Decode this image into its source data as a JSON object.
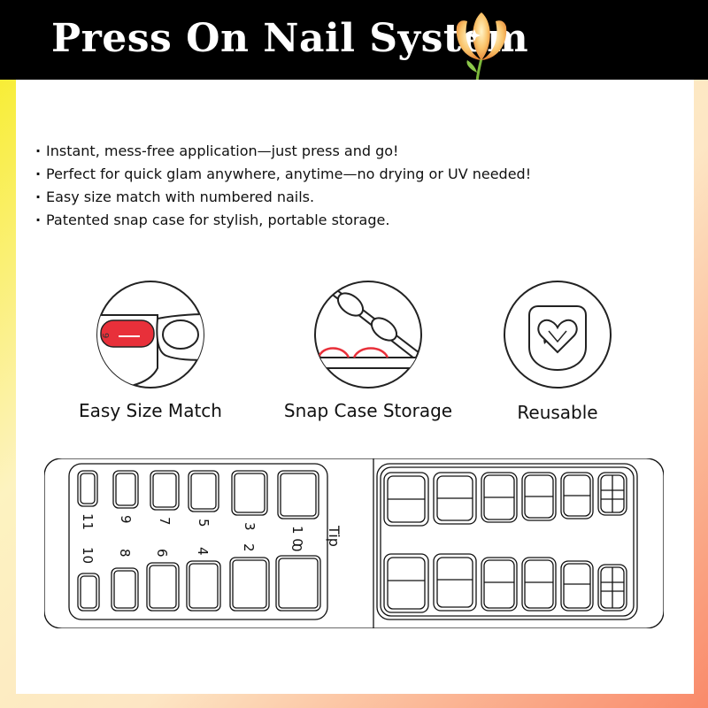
{
  "header": {
    "title": "Press On Nail System",
    "logo_icon": "tulip-icon"
  },
  "bullets": [
    "Instant, mess-free application—just press and go!",
    "Perfect for quick glam anywhere, anytime—no drying or UV needed!",
    "Easy size match with numbered nails.",
    "Patented snap case for stylish, portable storage."
  ],
  "bullet_marker": "·",
  "features": [
    {
      "label": "Easy Size Match",
      "icon": "fingertip-size-icon",
      "badge": "9"
    },
    {
      "label": "Snap Case Storage",
      "icon": "snap-case-icon"
    },
    {
      "label": "Reusable",
      "icon": "reusable-heart-icon"
    }
  ],
  "case": {
    "tip_label": "Tip",
    "top_row_numbers": [
      "11",
      "9",
      "7",
      "5",
      "3",
      "1 0"
    ],
    "bottom_row_numbers": [
      "10",
      "8",
      "6",
      "4",
      "2",
      "0"
    ]
  },
  "colors": {
    "accent_red": "#e8303a",
    "header_bg": "#000000"
  }
}
